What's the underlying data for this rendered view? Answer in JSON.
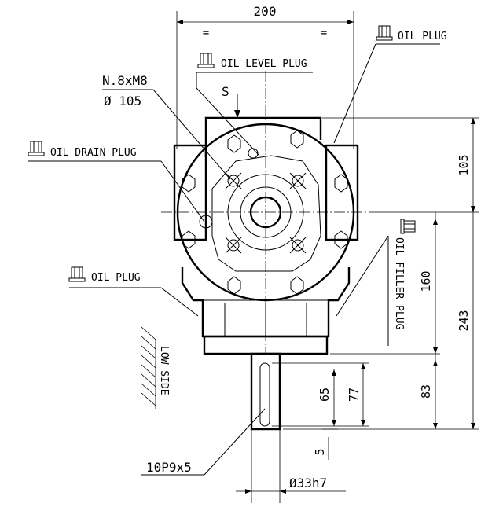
{
  "drawing": {
    "labels": {
      "oil_plug_top": "OIL PLUG",
      "oil_level_plug": "OIL LEVEL PLUG",
      "oil_drain_plug": "OIL DRAIN PLUG",
      "oil_plug_left": "OIL PLUG",
      "oil_filler_plug": "OIL FILLER PLUG",
      "low_side": "LOW SIDE",
      "bolt_spec": "N.8xM8",
      "bolt_circle": "Ø 105",
      "s_marker": "S",
      "eq_left": "=",
      "eq_right": "=",
      "key_spec": "10P9x5",
      "shaft_dia": "Ø33h7"
    },
    "dimensions": {
      "width": "200",
      "top_height": "105",
      "shaft_160": "160",
      "total_243": "243",
      "shaft_83": "83",
      "key_77": "77",
      "key_65": "65",
      "key_5": "5"
    }
  }
}
